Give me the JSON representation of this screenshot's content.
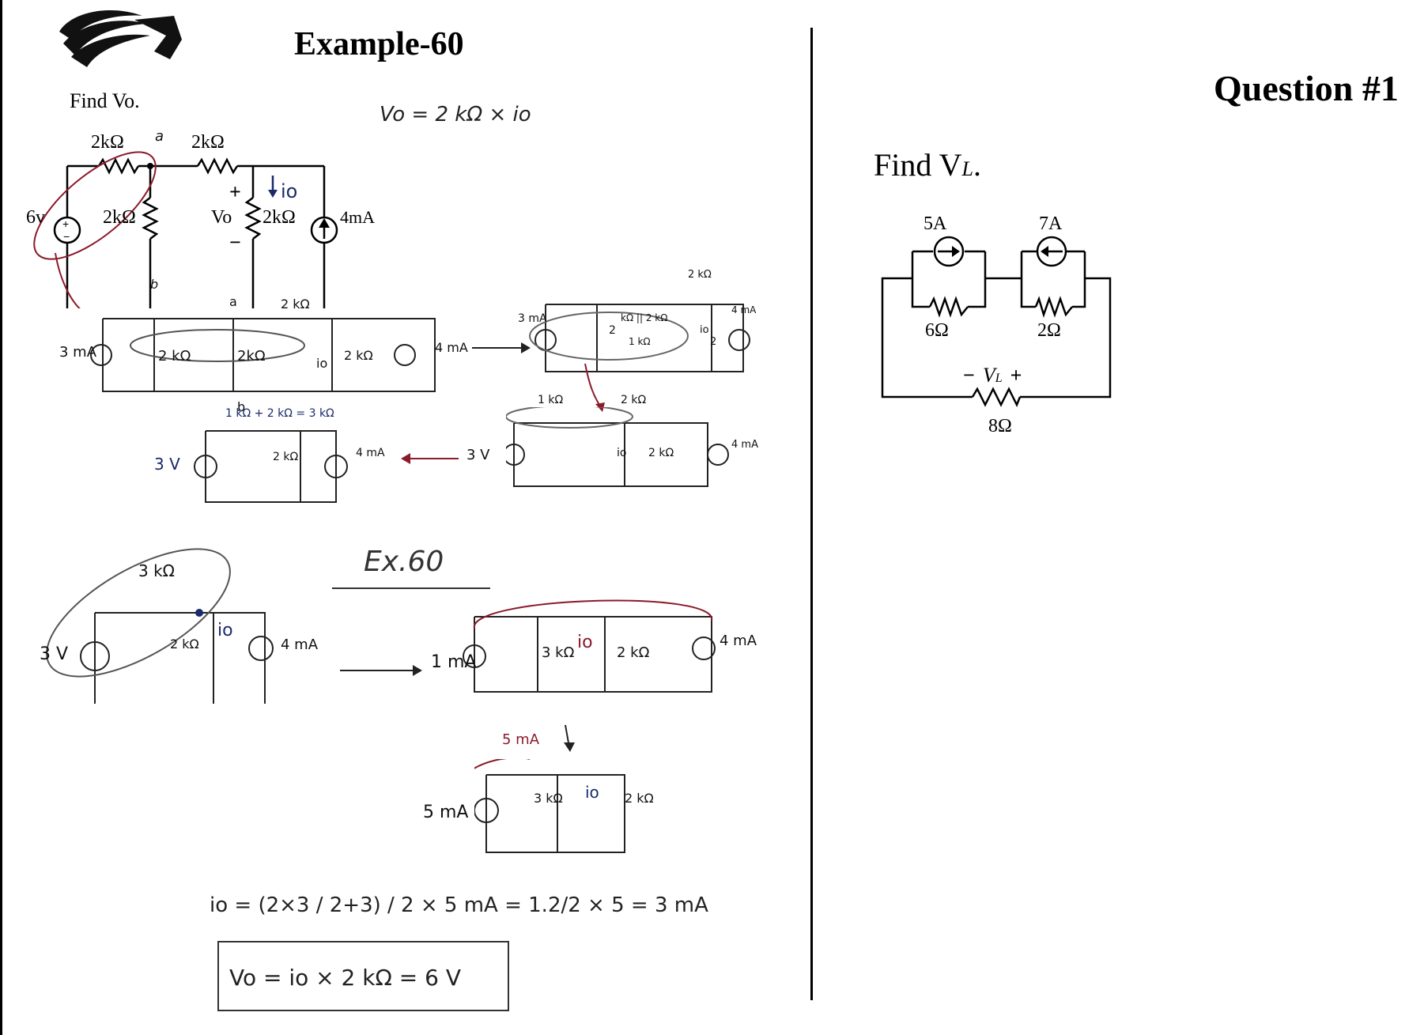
{
  "left": {
    "title": "Example-60",
    "prompt": "Find Vo.",
    "equation_top": "Vo = 2 kΩ × io",
    "given": {
      "r1": "2kΩ",
      "r2": "2kΩ",
      "r3": "2kΩ",
      "r4": "2kΩ",
      "source_v": "6v",
      "source_i": "4mA",
      "vo": "Vo",
      "io": "io",
      "plus": "+",
      "minus": "−",
      "node_a": "a",
      "node_b": "b"
    },
    "work": {
      "step1": {
        "src": "3 mA",
        "r_a": "2 kΩ",
        "r_b": "2kΩ",
        "r_top": "2 kΩ",
        "io": "io",
        "r_c": "2 kΩ",
        "src2": "4 mA",
        "node_a": "a",
        "node_b": "b"
      },
      "step2": {
        "src": "3 mA",
        "r1": "2",
        "par": "kΩ || 2 kΩ",
        "eq": "1 kΩ",
        "r_top": "2 kΩ",
        "io": "io",
        "r_c": "2",
        "src2": "4 mA"
      },
      "step3": {
        "src": "3 V",
        "r1": "1 kΩ",
        "r_top": "2 kΩ",
        "io": "io",
        "r_c": "2 kΩ",
        "src2": "4 mA"
      },
      "step4": {
        "src": "3 V",
        "sum": "1 kΩ + 2 kΩ = 3 kΩ",
        "r": "2 kΩ",
        "src2": "4 mA"
      },
      "heading": "Ex.60",
      "step5": {
        "src": "3 V",
        "r_top": "3 kΩ",
        "r": "2 kΩ",
        "io": "io",
        "src2": "4 mA"
      },
      "step6": {
        "src": "1 mA",
        "r1": "3 kΩ",
        "io": "io",
        "r2": "2 kΩ",
        "src2": "4 mA"
      },
      "step7_note": "5 mA",
      "step7": {
        "src": "5 mA",
        "r1": "3 kΩ",
        "io": "io",
        "r2": "2 kΩ"
      },
      "final_io": "io = (2×3 / 2+3) / 2 × 5 mA = 1.2/2 × 5 = 3 mA",
      "final_vo": "Vo = io × 2 kΩ = 6 V"
    }
  },
  "right": {
    "title": "Question #1",
    "prompt": "Find V",
    "prompt_sub": "L",
    "prompt_end": ".",
    "labels": {
      "i1": "5A",
      "i2": "7A",
      "r1": "6Ω",
      "r2": "2Ω",
      "r3": "8Ω",
      "vl_minus": "−",
      "vl": "V",
      "vl_sub": "L",
      "vl_plus": "+"
    }
  },
  "logo": "swoosh-logo"
}
